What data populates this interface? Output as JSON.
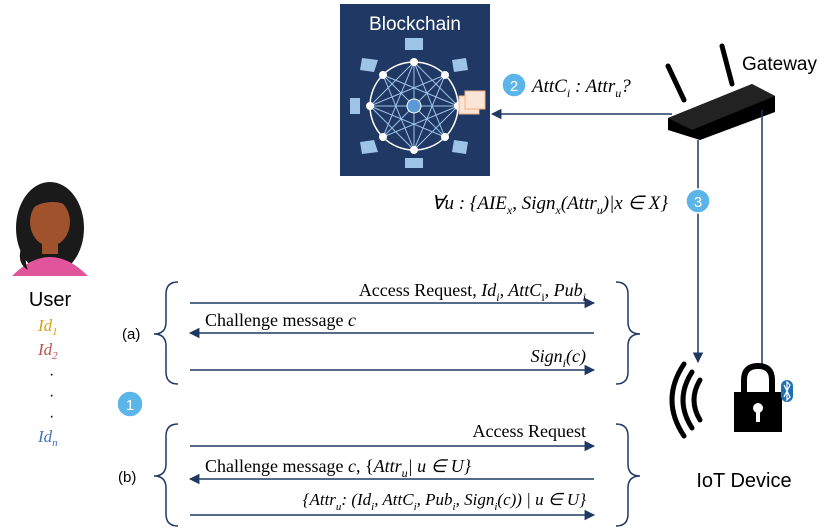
{
  "blockchain": {
    "title": "Blockchain"
  },
  "gateway": {
    "label": "Gateway"
  },
  "user": {
    "label": "User",
    "ids": [
      {
        "base": "Id",
        "sub": "1",
        "color": "#d4a017"
      },
      {
        "base": "Id",
        "sub": "2",
        "color": "#c0504d"
      },
      {
        "base": "Id",
        "sub": "n",
        "color": "#4472c4"
      }
    ],
    "dots": [
      "·",
      "·",
      "·"
    ]
  },
  "iot_device": {
    "label": "IoT Device",
    "bluetooth_icon": "bluetooth-icon"
  },
  "steps": [
    "1",
    "2",
    "3"
  ],
  "step2": {
    "text": "AttC",
    "sub": "i",
    "mid": " : Attr",
    "sub2": "u",
    "tail": "?"
  },
  "step3": {
    "p1": "∀u : {AIE",
    "s1": "x",
    "p2": ", Sign",
    "s2": "x",
    "p3": "(Attr",
    "s3": "u",
    "p4": ")|x ∈ X}"
  },
  "phase_a": {
    "label": "(a)",
    "msg1": {
      "p1": "Access Request, ",
      "p2": "Id",
      "s2": "i",
      "p3": ", AttC",
      "s3": "i",
      "p4": ", Pub",
      "s4": "i"
    },
    "msg2": {
      "p1": "Challenge message ",
      "p2": "c"
    },
    "msg3": {
      "p1": "Sign",
      "s1": "i",
      "p2": "(c)"
    }
  },
  "phase_b": {
    "label": "(b)",
    "msg1": "Access Request",
    "msg2": {
      "p1": "Challenge message ",
      "p2": "c",
      "p3": ", {",
      "p4": "Attr",
      "s4": "u",
      "p5": "| u ∈ U}"
    },
    "msg3": {
      "p1": "{Attr",
      "s1": "u",
      "p2": ": (Id",
      "s2": "i",
      "p3": ", AttC",
      "s3": "i",
      "p4": ", Pub",
      "s4": "i",
      "p5": ", Sign",
      "s5": "i",
      "p6": "(c)) | u ∈ U}"
    }
  },
  "colors": {
    "arrow": "#1f3864",
    "blockchain_bg": "#1f3864",
    "node_blue": "#5b9bd5",
    "badge": "#5bb5e8",
    "skin": "#a0522d",
    "shirt": "#e0559b"
  }
}
